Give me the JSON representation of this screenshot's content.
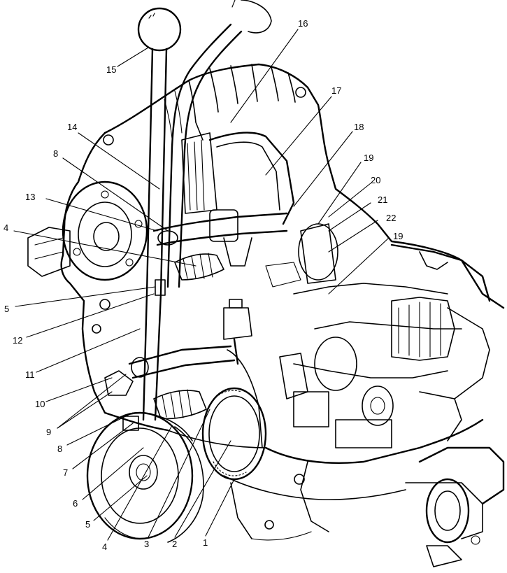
{
  "figure": {
    "callouts": [
      {
        "id": "c15",
        "label": "15"
      },
      {
        "id": "c16",
        "label": "16"
      },
      {
        "id": "c17",
        "label": "17"
      },
      {
        "id": "c14",
        "label": "14"
      },
      {
        "id": "c18",
        "label": "18"
      },
      {
        "id": "c8a",
        "label": "8"
      },
      {
        "id": "c19a",
        "label": "19"
      },
      {
        "id": "c20",
        "label": "20"
      },
      {
        "id": "c13",
        "label": "13"
      },
      {
        "id": "c21",
        "label": "21"
      },
      {
        "id": "c22",
        "label": "22"
      },
      {
        "id": "c4a",
        "label": "4"
      },
      {
        "id": "c19b",
        "label": "19"
      },
      {
        "id": "c5a",
        "label": "5"
      },
      {
        "id": "c12",
        "label": "12"
      },
      {
        "id": "c11",
        "label": "11"
      },
      {
        "id": "c10",
        "label": "10"
      },
      {
        "id": "c9",
        "label": "9"
      },
      {
        "id": "c8b",
        "label": "8"
      },
      {
        "id": "c7",
        "label": "7"
      },
      {
        "id": "c6",
        "label": "6"
      },
      {
        "id": "c5b",
        "label": "5"
      },
      {
        "id": "c4b",
        "label": "4"
      },
      {
        "id": "c3",
        "label": "3"
      },
      {
        "id": "c2",
        "label": "2"
      },
      {
        "id": "c1",
        "label": "1"
      }
    ]
  }
}
